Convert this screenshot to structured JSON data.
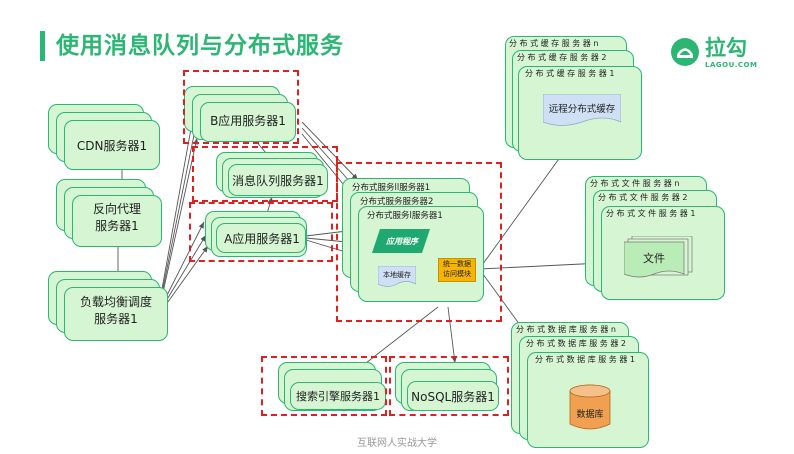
{
  "title": "使用消息队列与分布式服务",
  "logo": {
    "text": "拉勾",
    "sub": "LAGOU.COM"
  },
  "nodes": {
    "cdn": "CDN服务器1",
    "reverse_proxy_line1": "反向代理",
    "reverse_proxy_line2": "服务器1",
    "lb_line1": "负载均衡调度",
    "lb_line2": "服务器1",
    "b_app": "B应用服务器1",
    "mq": "消息队列服务器1",
    "a_app": "A应用服务器1",
    "dist_service_n": "分布式服务ll服务器1",
    "dist_service_2": "分布式服务服务器2",
    "dist_service_1": "分布式服务l服务器1",
    "app_program": "应用程序",
    "local_cache": "本地缓存",
    "unified_access_line1": "统一数据",
    "unified_access_line2": "访问模块",
    "search": "搜索引擎服务器1",
    "nosql": "NoSQL服务器1",
    "cache_n": "分 布 式 缓 存 服 务 器 n",
    "cache_2": "分 布 式 缓 存 服 务 器 2",
    "cache_1": "分 布 式 缓 存 服 务 器 1",
    "remote_cache": "远程分布式缓存",
    "file_n": "分 布 式 文 件 服 务 器 n",
    "file_2": "分 布 式 文 件 服 务 器 2",
    "file_1": "分 布 式 文 件 服 务 器 1",
    "file": "文件",
    "db_n": "分 布 式 数 据 库 服 务 器 n",
    "db_2": "分 布 式 数 据 库 服 务 器 2",
    "db_1": "分 布 式 数 据 库 服 务 器 1",
    "database": "数据库"
  },
  "watermark": "互联网人实战大学",
  "colors": {
    "accent": "#2bb673",
    "node_fill": "#d5f5d3",
    "dash": "#e02020",
    "arrow": "#555555",
    "app_program": "#1fa870",
    "flag": "#cfe0f5",
    "unified": "#f5b400",
    "db": "#f0a050"
  }
}
